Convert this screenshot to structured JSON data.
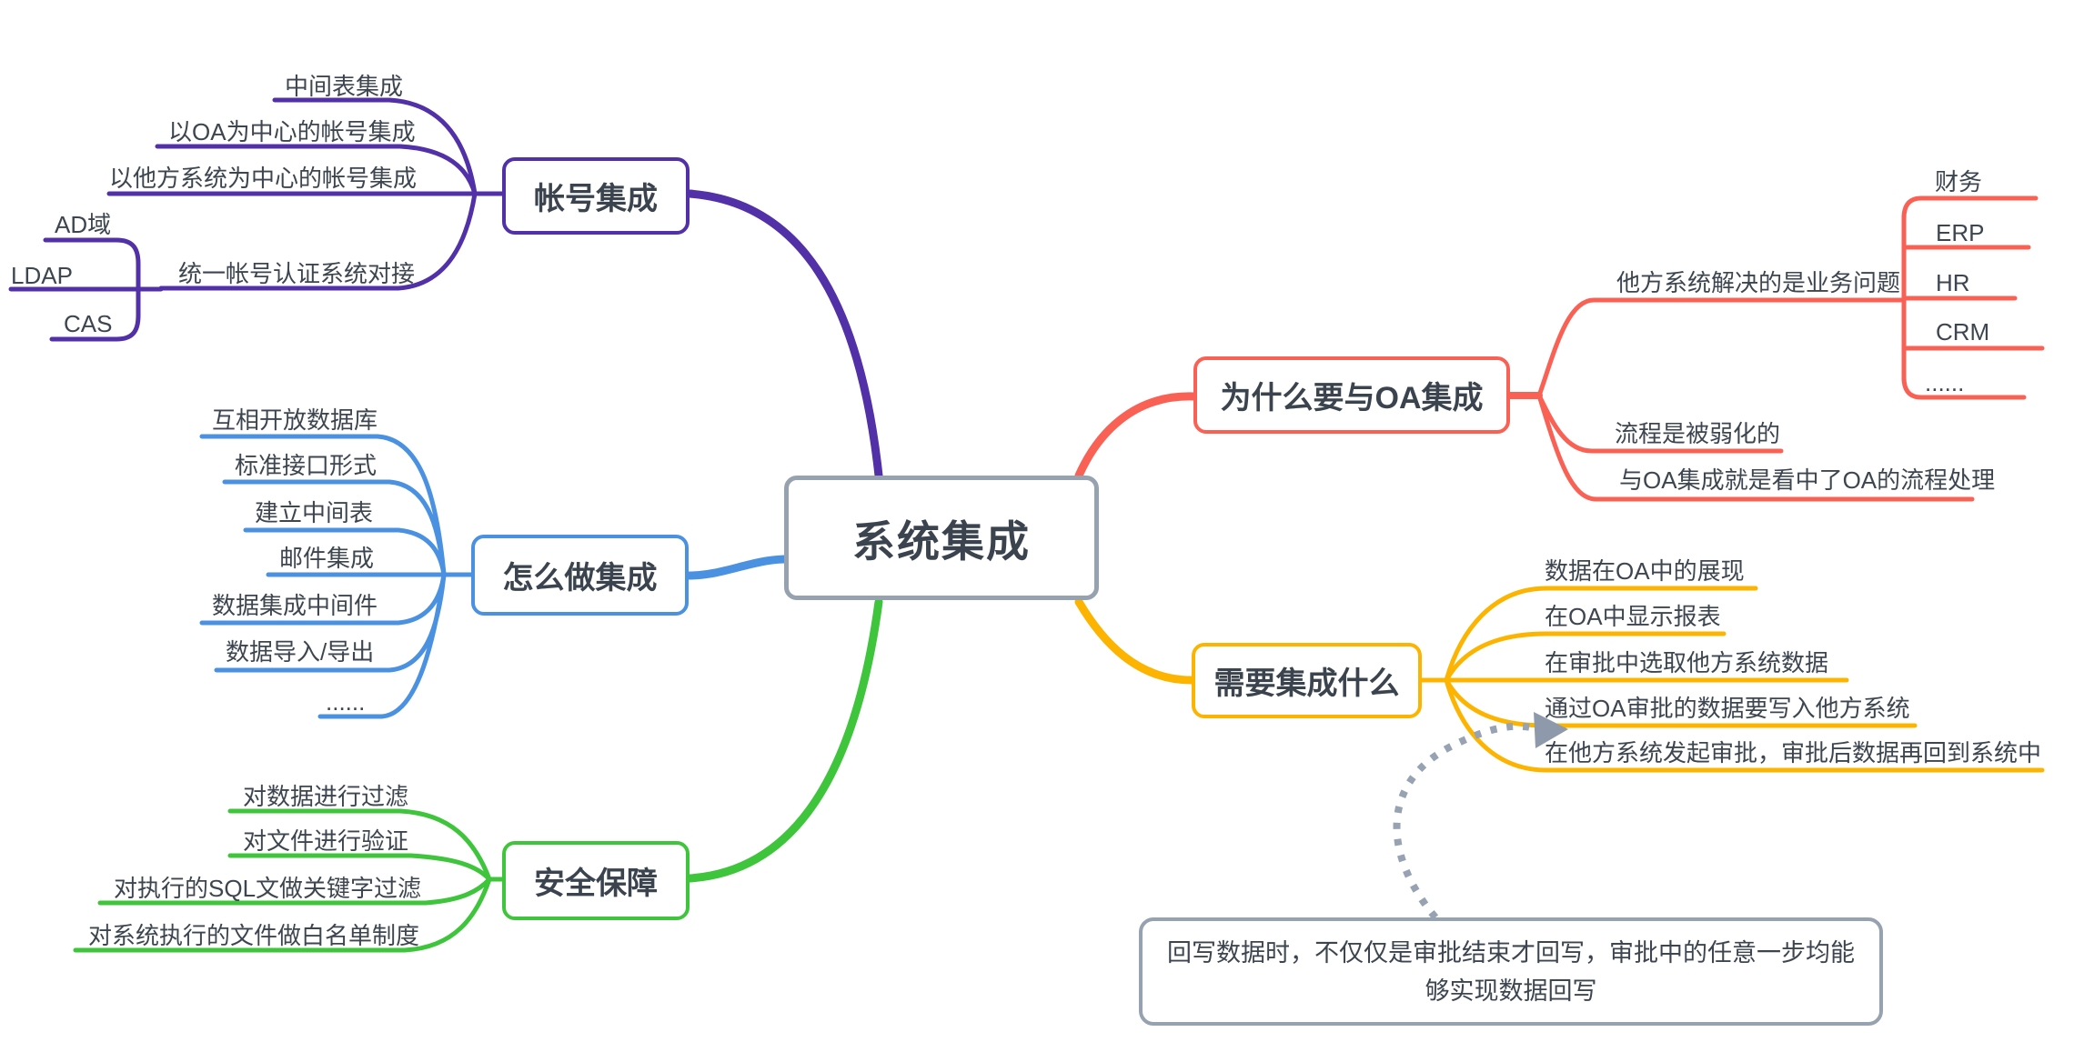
{
  "root": {
    "label": "系统集成"
  },
  "colors": {
    "purple": "#5130a8",
    "blue": "#4a91e2",
    "green": "#3fc53c",
    "red": "#fa6155",
    "yellow": "#fcb400",
    "gray": "#97a2b0",
    "text": "#3d4650"
  },
  "branches": [
    {
      "label": "帐号集成",
      "color": "#5130a8",
      "children": [
        {
          "label": "中间表集成"
        },
        {
          "label": "以OA为中心的帐号集成"
        },
        {
          "label": "以他方系统为中心的帐号集成"
        },
        {
          "label": "统一帐号认证系统对接",
          "children": [
            {
              "label": "AD域"
            },
            {
              "label": "LDAP"
            },
            {
              "label": "CAS"
            }
          ]
        }
      ]
    },
    {
      "label": "怎么做集成",
      "color": "#4a91e2",
      "children": [
        {
          "label": "互相开放数据库"
        },
        {
          "label": "标准接口形式"
        },
        {
          "label": "建立中间表"
        },
        {
          "label": "邮件集成"
        },
        {
          "label": "数据集成中间件"
        },
        {
          "label": "数据导入/导出"
        },
        {
          "label": "......"
        }
      ]
    },
    {
      "label": "安全保障",
      "color": "#3fc53c",
      "children": [
        {
          "label": "对数据进行过滤"
        },
        {
          "label": "对文件进行验证"
        },
        {
          "label": "对执行的SQL文做关键字过滤"
        },
        {
          "label": "对系统执行的文件做白名单制度"
        }
      ]
    },
    {
      "label": "为什么要与OA集成",
      "color": "#fa6155",
      "children": [
        {
          "label": "他方系统解决的是业务问题",
          "children": [
            {
              "label": "财务"
            },
            {
              "label": "ERP"
            },
            {
              "label": "HR"
            },
            {
              "label": "CRM"
            },
            {
              "label": "......"
            }
          ]
        },
        {
          "label": "流程是被弱化的"
        },
        {
          "label": "与OA集成就是看中了OA的流程处理"
        }
      ]
    },
    {
      "label": "需要集成什么",
      "color": "#fcb400",
      "children": [
        {
          "label": "数据在OA中的展现"
        },
        {
          "label": "在OA中显示报表"
        },
        {
          "label": "在审批中选取他方系统数据"
        },
        {
          "label": "通过OA审批的数据要写入他方系统"
        },
        {
          "label": "在他方系统发起审批，审批后数据再回到系统中"
        }
      ]
    }
  ],
  "note": {
    "text": "回写数据时，不仅仅是审批结束才回写，审批中的任意一步均能够实现数据回写"
  }
}
